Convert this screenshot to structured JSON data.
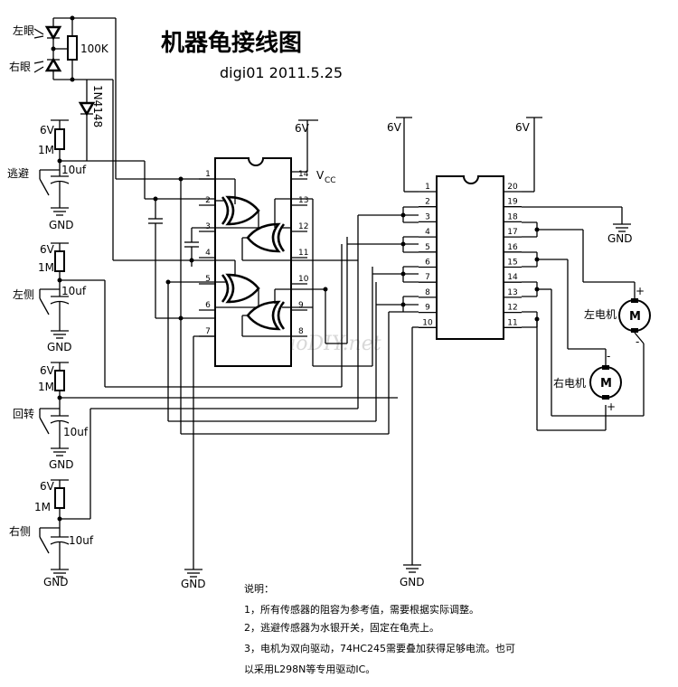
{
  "title": "机器龟接线图",
  "subtitle": "digi01 2011.5.25",
  "watermark": "haoDIY.net",
  "labels": {
    "left_eye": "左眼",
    "right_eye": "右眼",
    "resistor_100k": "100K",
    "diode": "1N4148",
    "v6": "6V",
    "r1m": "1M",
    "cap_10uf": "10uf",
    "gnd": "GND",
    "vcc": "V",
    "vcc_sub": "CC",
    "sw_avoid": "逃避",
    "sw_left": "左侧",
    "sw_turn": "回转",
    "sw_right": "右侧",
    "left_motor": "左电机",
    "right_motor": "右电机",
    "motor": "M",
    "plus": "+",
    "minus": "-"
  },
  "chip1_pins_left": [
    "1",
    "2",
    "3",
    "4",
    "5",
    "6",
    "7"
  ],
  "chip1_pins_right": [
    "14",
    "13",
    "12",
    "11",
    "10",
    "9",
    "8"
  ],
  "chip2_pins_left": [
    "1",
    "2",
    "3",
    "4",
    "5",
    "6",
    "7",
    "8",
    "9",
    "10"
  ],
  "chip2_pins_right": [
    "20",
    "19",
    "18",
    "17",
    "16",
    "15",
    "14",
    "13",
    "12",
    "11"
  ],
  "notes": {
    "heading": "说明：",
    "lines": [
      "1，所有传感器的阻容为参考值，需要根据实际调整。",
      "2，逃避传感器为水银开关，固定在龟壳上。",
      "3，电机为双向驱动，74HC245需要叠加获得足够电流。也可",
      "以采用L298N等专用驱动IC。"
    ]
  }
}
